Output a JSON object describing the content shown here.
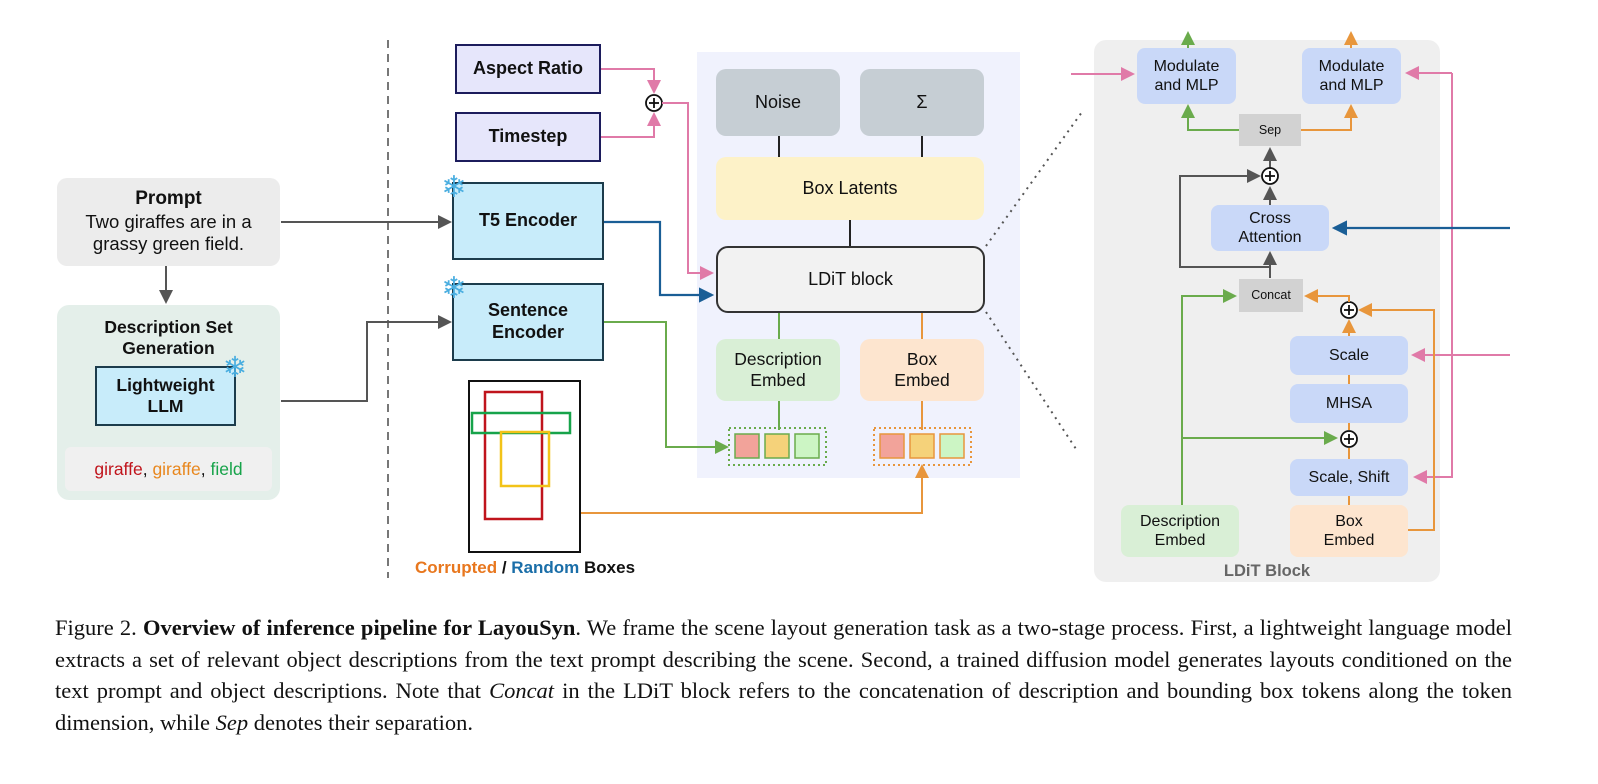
{
  "diagram": {
    "prompt": {
      "title": "Prompt",
      "text_line1": "Two giraffes are in a",
      "text_line2": "grassy green field."
    },
    "description_set": {
      "title_line1": "Description Set",
      "title_line2": "Generation",
      "llm_line1": "Lightweight",
      "llm_line2": "LLM",
      "words": [
        {
          "text": "giraffe",
          "color": "#c0141c"
        },
        {
          "text": ", ",
          "color": "#222222"
        },
        {
          "text": "giraffe",
          "color": "#e8871e"
        },
        {
          "text": ", ",
          "color": "#222222"
        },
        {
          "text": "field",
          "color": "#17a34a"
        }
      ]
    },
    "aspect_ratio": "Aspect Ratio",
    "timestep": "Timestep",
    "t5_encoder": "T5 Encoder",
    "sentence_encoder_line1": "Sentence",
    "sentence_encoder_line2": "Encoder",
    "boxes_label": {
      "corrupted": "Corrupted",
      "slash": " / ",
      "random": "Random",
      "boxes": " Boxes"
    },
    "noise": "Noise",
    "sigma": "Σ",
    "box_latents": "Box Latents",
    "ldit_block": "LDiT block",
    "description_embed_line1": "Description",
    "description_embed_line2": "Embed",
    "box_embed_line1": "Box",
    "box_embed_line2": "Embed",
    "detail": {
      "title": "LDiT Block",
      "modulate_line1": "Modulate",
      "modulate_line2": "and MLP",
      "sep": "Sep",
      "cross_attention_line1": "Cross",
      "cross_attention_line2": "Attention",
      "concat": "Concat",
      "scale": "Scale",
      "mhsa": "MHSA",
      "scale_shift": "Scale, Shift",
      "description_embed_line1": "Description",
      "description_embed_line2": "Embed",
      "box_embed_line1": "Box",
      "box_embed_line2": "Embed"
    },
    "colors": {
      "pink": "#e07aa8",
      "blue": "#1a5e96",
      "green": "#6aab4c",
      "orange": "#e8963c",
      "gray": "#555555"
    }
  },
  "caption": {
    "label": "Figure 2.",
    "title": "Overview of inference pipeline for LayouSyn",
    "part1": ".  We frame the scene layout generation task as a two-stage process.  First, a lightweight language model extracts a set of relevant object descriptions from the text prompt describing the scene.  Second, a trained diffusion model generates layouts conditioned on the text prompt and object descriptions. Note that ",
    "concat_em": "Concat",
    "part2": " in the LDiT block refers to the concatenation of description and bounding box tokens along the token dimension, while ",
    "sep_em": "Sep",
    "part3": " denotes their separation."
  }
}
